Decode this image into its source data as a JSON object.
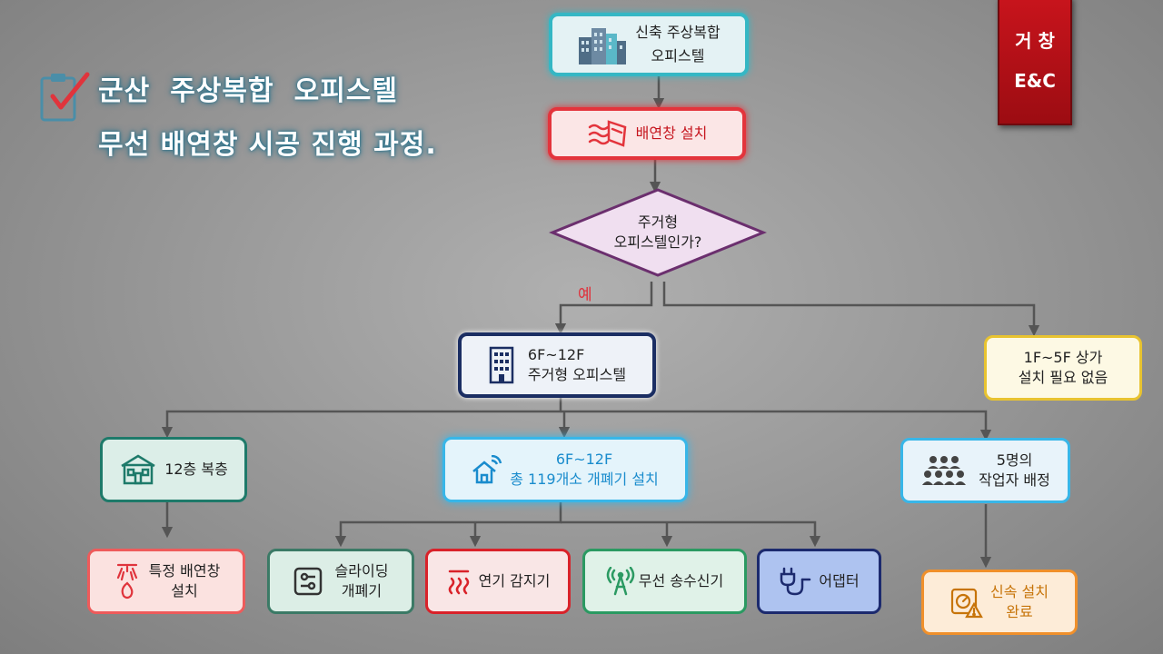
{
  "title": {
    "line1_words": [
      "군산",
      "주상복합",
      "오피스텔"
    ],
    "line2": "무선 배연창 시공 진행 과정."
  },
  "brand": {
    "line1": "거 창",
    "line2": "E&C"
  },
  "nodes": {
    "start": {
      "icon": "buildings-icon",
      "line1": "신축 주상복합",
      "line2": "오피스텔",
      "border": "#35b7c4",
      "fill": "#e4f2f4"
    },
    "smoke_vent": {
      "icon": "smoke-vent-icon",
      "label": "배연창 설치",
      "border": "#e3343c",
      "fill": "#fbe6e6",
      "text": "#c6161f"
    },
    "decision": {
      "line1": "주거형",
      "line2": "오피스텔인가?",
      "border": "#6b2f6e",
      "fill": "#f0dff0"
    },
    "yes_label": "예",
    "residential": {
      "icon": "office-building-icon",
      "line1": "6F~12F",
      "line2": "주거형 오피스텔",
      "border": "#1b2e63",
      "fill": "#eef2f8"
    },
    "commercial": {
      "line1": "1F~5F 상가",
      "line2": "설치 필요 없음",
      "border": "#e8c330",
      "fill": "#fdf9e4"
    },
    "duplex": {
      "icon": "house-icon",
      "label": "12층 복층",
      "border": "#1e7a6a",
      "fill": "#dceee8"
    },
    "openers": {
      "icon": "smart-home-icon",
      "line1": "6F~12F",
      "line2": "총 119개소 개폐기 설치",
      "border": "#38b6e8",
      "fill": "#e4f4fb",
      "text": "#1a8ccd"
    },
    "workers": {
      "icon": "people-group-icon",
      "line1": "5명의",
      "line2": "작업자 배정",
      "border": "#38b6e8",
      "fill": "#e8f3fa"
    },
    "special_vent": {
      "icon": "fire-sprinkler-icon",
      "line1": "특정 배연창",
      "line2": "설치",
      "border": "#ee5b5b",
      "fill": "#fbe2e0"
    },
    "slide_opener": {
      "icon": "slider-control-icon",
      "line1": "슬라이딩",
      "line2": "개폐기",
      "border": "#3b7a66",
      "fill": "#dceee6"
    },
    "smoke_detector": {
      "icon": "smoke-detector-icon",
      "label": "연기 감지기",
      "border": "#d9222a",
      "fill": "#f9e6e6"
    },
    "transmitter": {
      "icon": "antenna-icon",
      "label": "무선 송수신기",
      "border": "#2b9a62",
      "fill": "#e0f2e8"
    },
    "adapter": {
      "icon": "plug-adapter-icon",
      "label": "어댑터",
      "border": "#1c2a6e",
      "fill": "#aec3f0"
    },
    "complete": {
      "icon": "warning-gauge-icon",
      "line1": "신속 설치",
      "line2": "완료",
      "border": "#f0902b",
      "fill": "#fdecd8",
      "text": "#c77409"
    }
  },
  "colors": {
    "title_glow": "#1a6d8a",
    "brand_red": "#c8141c",
    "connector": "#555555"
  }
}
